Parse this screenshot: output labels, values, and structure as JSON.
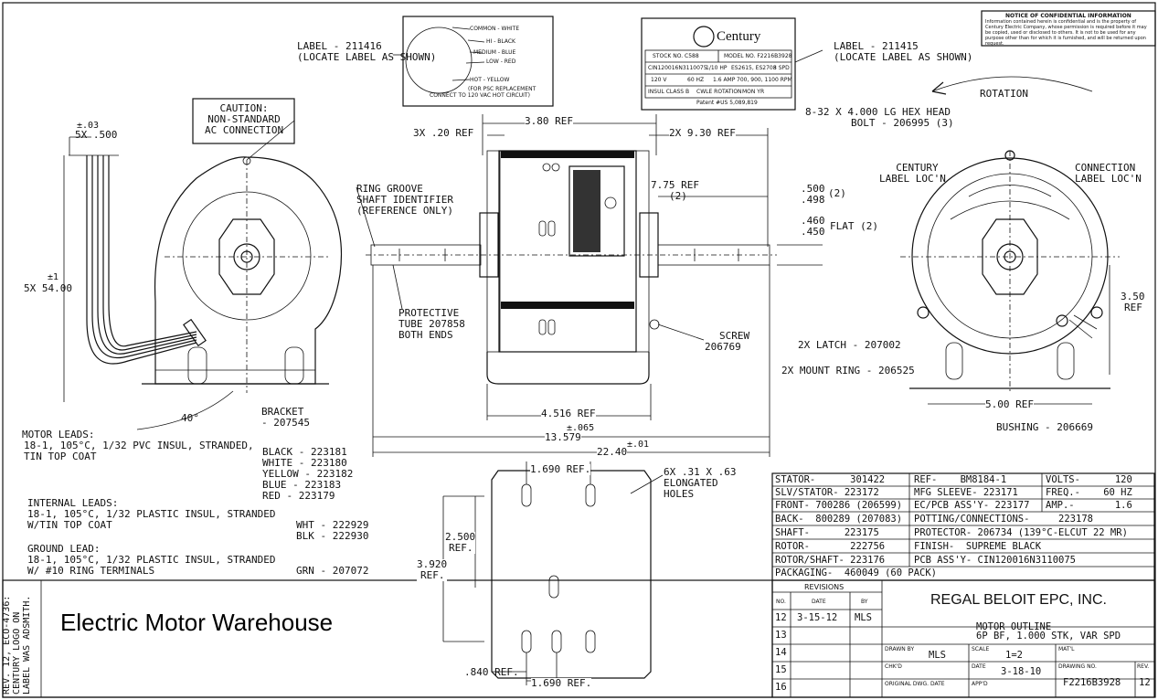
{
  "watermark": "Electric Motor Warehouse",
  "side_note": [
    "REV. 12, ECO-4736:",
    "CENTURY LOGO ON",
    "LABEL WAS ADSMITH."
  ],
  "confidential": {
    "title": "NOTICE OF CONFIDENTIAL INFORMATION",
    "body": "Information contained herein is confidential and is the property of Century Electric Company, whose permission is required before it may be copied, used or disclosed to others. It is not to be used for any purpose other than for which it is furnished, and will be returned upon request."
  },
  "labels": {
    "label_left": [
      "LABEL - 211416",
      "(LOCATE LABEL AS SHOWN)"
    ],
    "label_right": [
      "LABEL - 211415",
      "(LOCATE LABEL AS SHOWN)"
    ],
    "caution": [
      "CAUTION:",
      "NON-STANDARD",
      "AC CONNECTION"
    ],
    "rotation": "ROTATION",
    "hex_bolt": [
      "8-32 X 4.000 LG HEX HEAD",
      "BOLT - 206995 (3)"
    ],
    "century_loc": [
      "CENTURY",
      "LABEL LOC'N"
    ],
    "connection_loc": [
      "CONNECTION",
      "LABEL LOC'N"
    ],
    "ring_groove": [
      "RING GROOVE",
      "SHAFT IDENTIFIER",
      "(REFERENCE ONLY)"
    ],
    "protective_tube": [
      "PROTECTIVE",
      "TUBE 207858",
      "BOTH ENDS"
    ],
    "screw": [
      "SCREW",
      "206769"
    ],
    "bracket": [
      "BRACKET",
      "- 207545"
    ],
    "latch": "2X LATCH - 207002",
    "mount_ring": "2X MOUNT RING - 206525",
    "bushing": "BUSHING - 206669",
    "elongated": [
      "6X .31 X .63",
      "ELONGATED",
      "HOLES"
    ],
    "flat": "FLAT (2)"
  },
  "wiring_label": {
    "common": "COMMON - WHITE",
    "hi": "HI - BLACK",
    "medium": "MEDIUM - BLUE",
    "low": "LOW - RED",
    "hot": "HOT - YELLOW",
    "psc": [
      "(FOR PSC REPLACEMENT",
      "CONNECT TO 120 VAC HOT CIRCUIT)"
    ]
  },
  "nameplate": {
    "brand": "Century",
    "row1": [
      "STOCK NO. C588",
      "MODEL NO. F2216B3928"
    ],
    "row2": [
      "CIN120016N3110075",
      "1/10 HP",
      "ES2615, ES2708",
      "3 SPD"
    ],
    "row3": [
      "120 V",
      "60 HZ",
      "1.6 AMP",
      "700, 900, 1100 RPM"
    ],
    "row4": [
      "INSUL CLASS B",
      "CWLE ROTATION",
      "MON YR"
    ],
    "patent": "Patent #US 5,089,819"
  },
  "dimensions": {
    "five_x": "5X .500",
    "tol_03": "±.03",
    "leads_len": "5X 54.00",
    "tol_1": "±1",
    "angle": "40°",
    "three_x": "3X .20 REF",
    "d380": "3.80 REF",
    "d930": "2X 9.30 REF",
    "d775": [
      "7.75 REF",
      "(2)"
    ],
    "d500": [
      ".500",
      ".498"
    ],
    "d500_count": "(2)",
    "d460": [
      ".460",
      ".450"
    ],
    "d4516": "4.516 REF",
    "d13579": "13.579",
    "tol_065": "±.065",
    "d2240": "22.40",
    "tol_01": "±.01",
    "d350": [
      "3.50",
      "REF"
    ],
    "d500ref": "5.00 REF",
    "d1690a": "1.690 REF.",
    "d1690b": "1.690 REF.",
    "d2500": [
      "2.500",
      "REF."
    ],
    "d3920": [
      "3.920",
      "REF."
    ],
    "d840": ".840 REF."
  },
  "motor_leads": {
    "title": "MOTOR LEADS:",
    "desc": [
      "18-1, 105°C, 1/32 PVC INSUL, STRANDED,",
      "TIN TOP COAT"
    ],
    "colors": [
      "BLACK - 223181",
      "WHITE - 223180",
      "YELLOW - 223182",
      "BLUE - 223183",
      "RED - 223179"
    ]
  },
  "internal_leads": {
    "title": "INTERNAL LEADS:",
    "desc": [
      "18-1, 105°C, 1/32 PLASTIC INSUL, STRANDED",
      "W/TIN TOP COAT"
    ],
    "colors": [
      "WHT - 222929",
      "BLK - 222930"
    ]
  },
  "ground_lead": {
    "title": "GROUND LEAD:",
    "desc": [
      "18-1, 105°C, 1/32 PLASTIC INSUL, STRANDED",
      "W/ #10 RING TERMINALS"
    ],
    "color": "GRN - 207072"
  },
  "parts_table": [
    [
      "STATOR-      301422",
      "REF-    BM8184-1",
      "VOLTS-      120"
    ],
    [
      "SLV/STATOR- 223172",
      "MFG SLEEVE- 223171",
      "FREQ.-    60 HZ"
    ],
    [
      "FRONT- 700286 (206599)",
      "EC/PCB ASS'Y- 223177",
      "AMP.-       1.6"
    ],
    [
      "BACK-  800289 (207083)",
      "POTTING/CONNECTIONS-     223178",
      ""
    ],
    [
      "SHAFT-      223175",
      "PROTECTOR- 206734 (139°C-ELCUT 22 MR)",
      ""
    ],
    [
      "ROTOR-       222756",
      "FINISH-  SUPREME BLACK",
      ""
    ],
    [
      "ROTOR/SHAFT- 223176",
      "PCB ASS'Y- CIN120016N3110075",
      ""
    ],
    [
      "PACKAGING-  460049 (60 PACK)",
      "",
      ""
    ]
  ],
  "revisions": {
    "title": "REVISIONS",
    "headers": [
      "NO.",
      "DATE",
      "BY"
    ],
    "rows": [
      [
        "12",
        "3-15-12",
        "MLS"
      ],
      [
        "13",
        "",
        ""
      ],
      [
        "14",
        "",
        ""
      ],
      [
        "15",
        "",
        ""
      ],
      [
        "16",
        "",
        ""
      ]
    ]
  },
  "title_block": {
    "company": "REGAL BELOIT EPC, INC.",
    "title": [
      "MOTOR OUTLINE",
      "6P BF, 1.000 STK, VAR SPD"
    ],
    "drawn_by_label": "DRAWN BY",
    "drawn_by": "MLS",
    "scale_label": "SCALE",
    "scale": "1=2",
    "matl_label": "MAT'L",
    "chkd_label": "CHK'D",
    "date_label": "DATE",
    "date": "3-18-10",
    "drawing_label": "DRAWING NO.",
    "drawing_no": "F2216B3928",
    "rev_label": "REV.",
    "rev": "12",
    "orig_label": "ORIGINAL DWG. DATE",
    "appd_label": "APP'D"
  }
}
